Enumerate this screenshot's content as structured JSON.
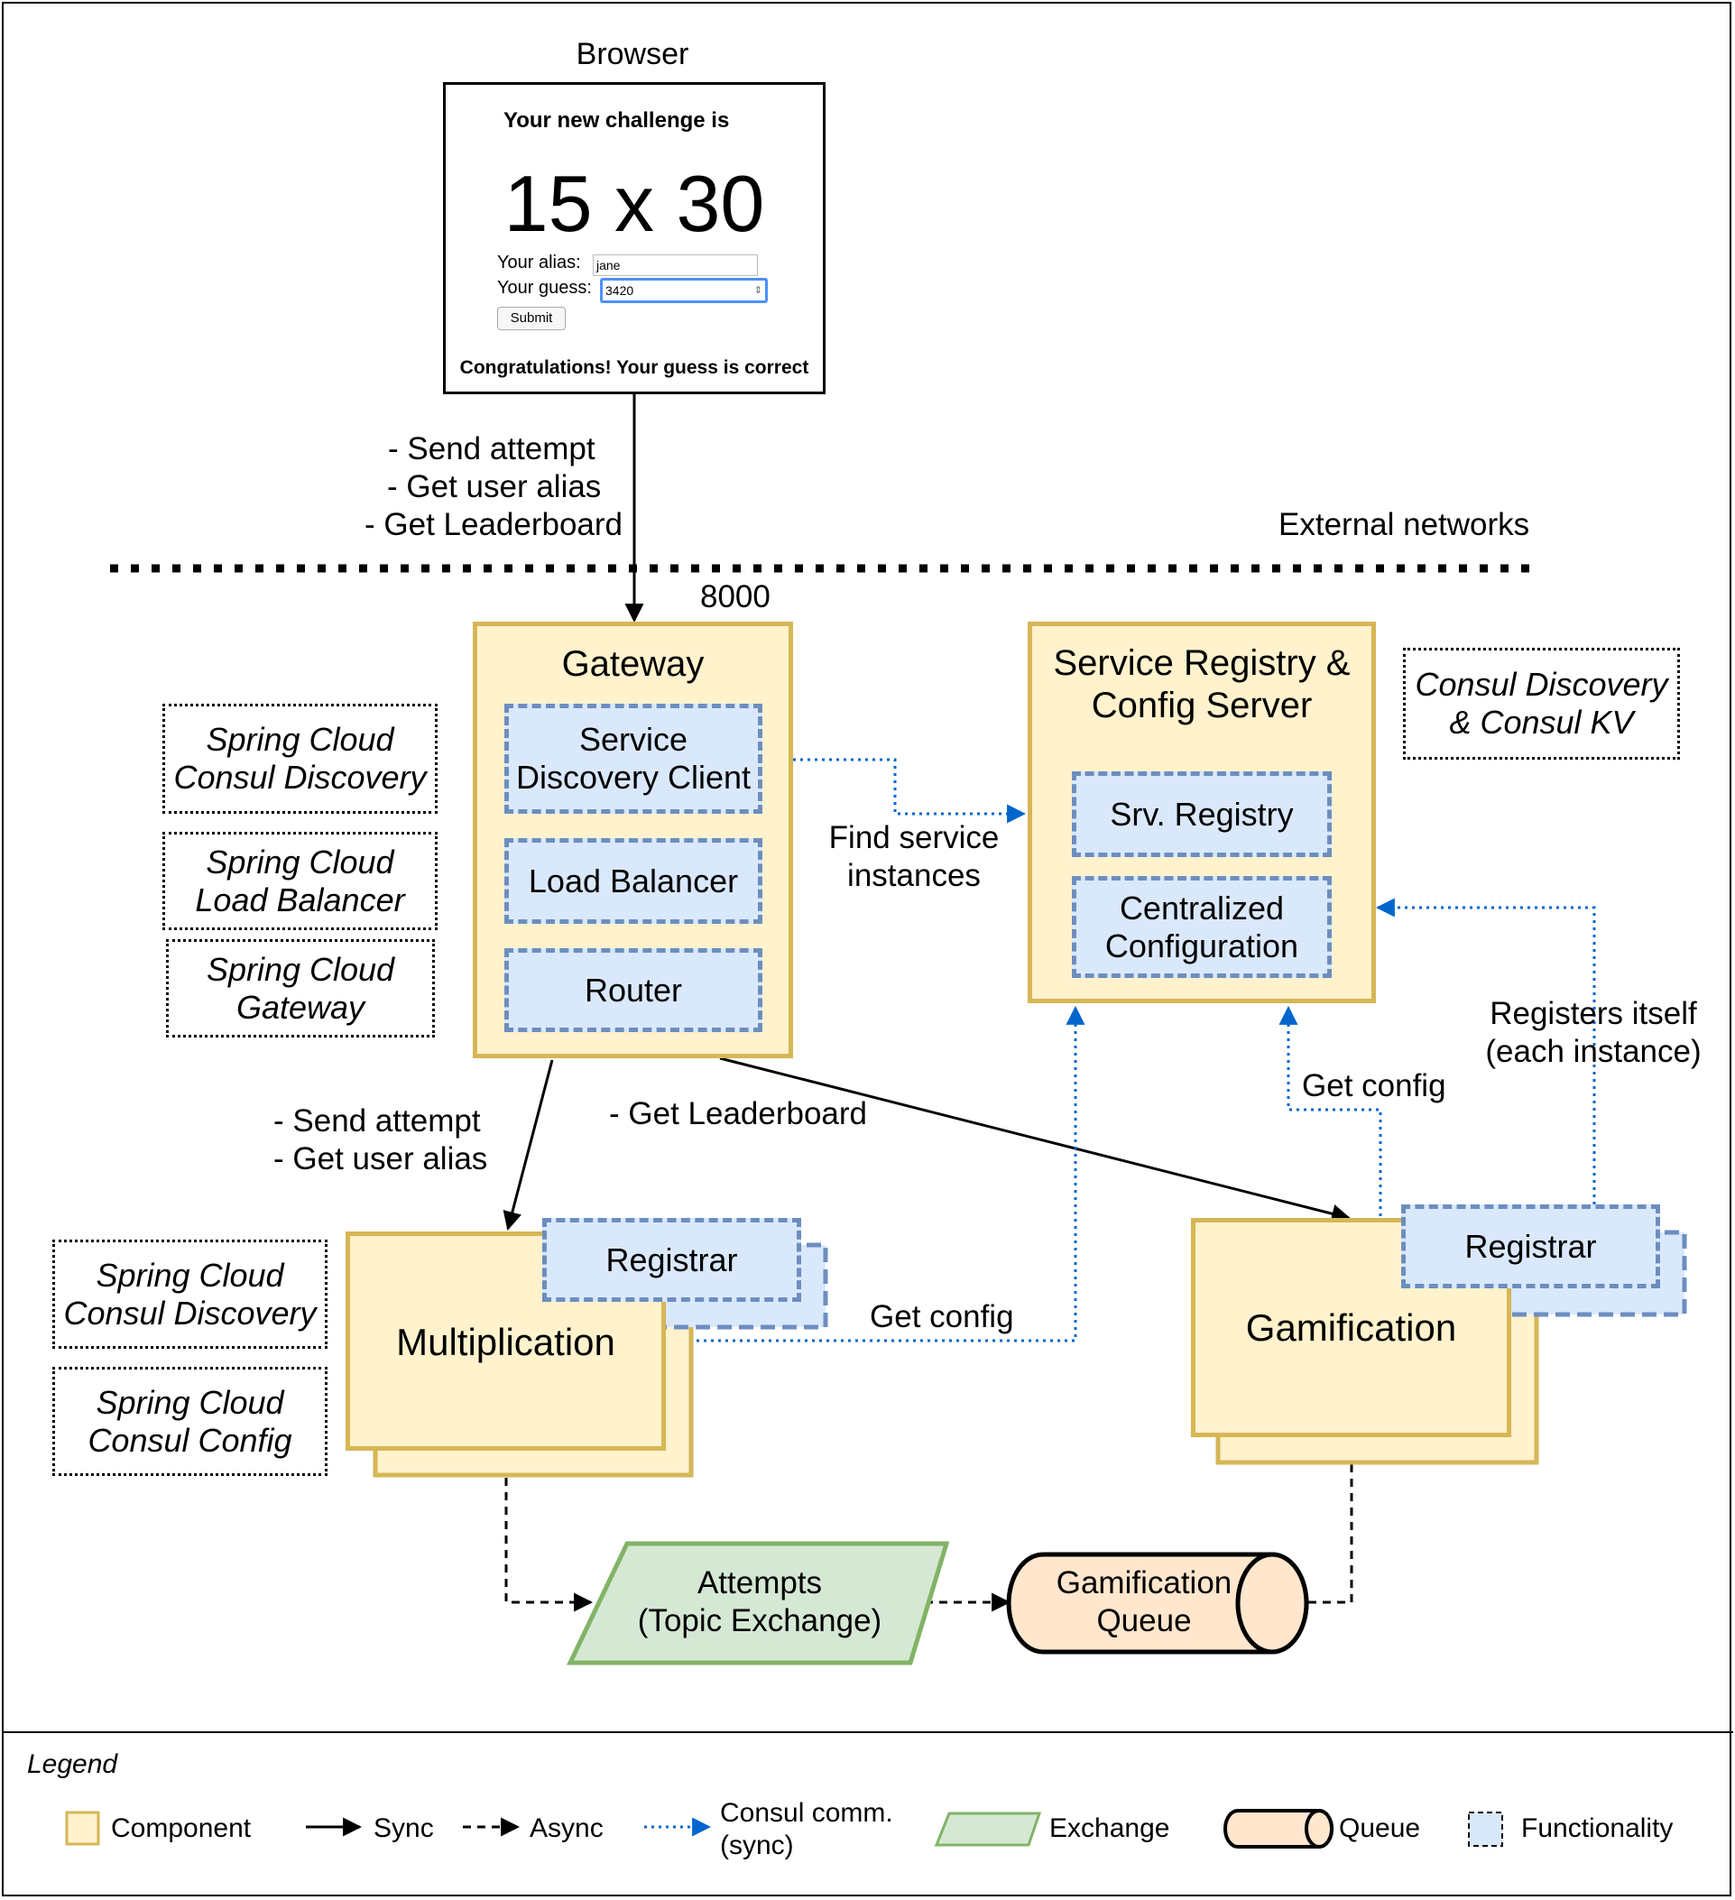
{
  "browser": {
    "label": "Browser",
    "heading": "Your new challenge is",
    "challenge": "15 x 30",
    "alias_label": "Your alias:",
    "alias_value": "jane",
    "guess_label": "Your guess:",
    "guess_value": "3420",
    "submit_label": "Submit",
    "result": "Congratulations! Your guess is correct"
  },
  "edges": {
    "browser_to_gateway": [
      "- Send attempt",
      "- Get user alias",
      "- Get Leaderboard"
    ],
    "gateway_to_multiplication": [
      "- Send attempt",
      "- Get user alias"
    ],
    "gateway_to_gamification": "- Get Leaderboard",
    "find_service": [
      "Find service",
      "instances"
    ],
    "multiplication_get_config": "Get config",
    "gamification_get_config": "Get config",
    "registers_itself": [
      "Registers itself",
      "(each instance)"
    ]
  },
  "external_networks": "External networks",
  "gateway": {
    "port": "8000",
    "title": "Gateway",
    "functions": [
      [
        "Service",
        "Discovery Client"
      ],
      [
        "Load Balancer"
      ],
      [
        "Router"
      ]
    ]
  },
  "registry": {
    "title": [
      "Service Registry &",
      "Config Server"
    ],
    "functions": [
      [
        "Srv. Registry"
      ],
      [
        "Centralized",
        "Configuration"
      ]
    ]
  },
  "notes": {
    "consul_discovery_kv": [
      "Consul Discovery",
      "& Consul KV"
    ],
    "gateway_libs": [
      [
        "Spring Cloud",
        "Consul Discovery"
      ],
      [
        "Spring Cloud",
        "Load Balancer"
      ],
      [
        "Spring Cloud",
        "Gateway"
      ]
    ],
    "multiplication_libs": [
      [
        "Spring Cloud",
        "Consul Discovery"
      ],
      [
        "Spring Cloud",
        "Consul Config"
      ]
    ]
  },
  "multiplication": {
    "title": "Multiplication",
    "registrar": "Registrar"
  },
  "gamification": {
    "title": "Gamification",
    "registrar": "Registrar"
  },
  "exchange": [
    "Attempts",
    "(Topic Exchange)"
  ],
  "queue": [
    "Gamification",
    "Queue"
  ],
  "legend": {
    "title": "Legend",
    "component": "Component",
    "sync": "Sync",
    "async": "Async",
    "consul": [
      "Consul comm.",
      "(sync)"
    ],
    "exchange": "Exchange",
    "queue": "Queue",
    "functionality": "Functionality"
  },
  "colors": {
    "component_fill": "#fff2cc",
    "component_stroke": "#d6b656",
    "function_fill": "#dae8fc",
    "function_stroke": "#6c8ebf",
    "exchange_fill": "#d5e8d4",
    "exchange_stroke": "#82b366",
    "queue_fill": "#ffe6cc",
    "consul_arrow": "#0066cc"
  }
}
